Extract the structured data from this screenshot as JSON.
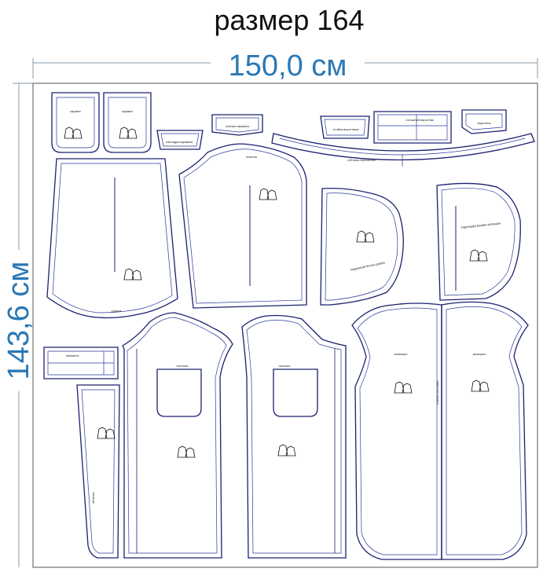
{
  "size_title": "размер 164",
  "width_label": "150,0 см",
  "height_label": "143,6 см",
  "colors": {
    "title": "#111111",
    "dimension": "#2a78b5",
    "outline": "#1a2070",
    "seam": "#2a3a9c",
    "frame": "#555555"
  },
  "pieces": [
    {
      "id": "pocket-left",
      "label": "карман"
    },
    {
      "id": "pocket-right",
      "label": "карман"
    },
    {
      "id": "small-strap",
      "label": "накладка кармана"
    },
    {
      "id": "pocket-valve",
      "label": "клапан кармана"
    },
    {
      "id": "collar-band",
      "label": "стойка воротника"
    },
    {
      "id": "collar",
      "label": "отложной воротник"
    },
    {
      "id": "collar-left",
      "label": "воротник"
    },
    {
      "id": "collar-strip",
      "label": "обтачка горловины"
    },
    {
      "id": "back",
      "label": "спинка"
    },
    {
      "id": "yoke",
      "label": "кокетка"
    },
    {
      "id": "sleeve-left",
      "label": "подрезной бочок рукава"
    },
    {
      "id": "sleeve-right",
      "label": "подкладка рукава капюшон"
    },
    {
      "id": "cuff",
      "label": "манжета"
    },
    {
      "id": "long-strip",
      "label": "обтачка"
    },
    {
      "id": "front-left",
      "label": "полочка"
    },
    {
      "id": "front-right",
      "label": "полочка"
    },
    {
      "id": "hood-left",
      "label": "капюшон"
    },
    {
      "id": "hood-right",
      "label": "капюшон"
    },
    {
      "id": "zip-strip",
      "label": "планка застёжки"
    }
  ]
}
